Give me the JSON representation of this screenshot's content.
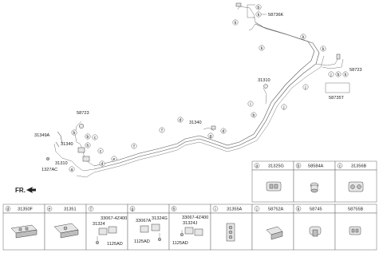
{
  "fr_label": "FR.",
  "labels": {
    "p58736K": "58736K",
    "p58723_top": "58723",
    "p58735T": "58735T",
    "p31310_right": "31310",
    "p31340_mid": "31340",
    "p58723_left": "58723",
    "p31349A": "31349A",
    "p31340_left": "31340",
    "p31310_left": "31310",
    "p1327AC": "1327AC"
  },
  "callouts": [
    "a",
    "b",
    "c",
    "d",
    "e",
    "f",
    "g",
    "h",
    "i",
    "j",
    "k"
  ],
  "table": {
    "row1": [
      {
        "letter": "a",
        "part": "31325G"
      },
      {
        "letter": "b",
        "part": "58584A"
      },
      {
        "letter": "c",
        "part": "31356B"
      }
    ],
    "row2": [
      {
        "letter": "d",
        "part": "31350F"
      },
      {
        "letter": "e",
        "part": "31351"
      },
      {
        "letter": "f",
        "part": "",
        "sub": [
          "33067-4Z400",
          "31324",
          "1125AD"
        ]
      },
      {
        "letter": "g",
        "part": "",
        "sub": [
          "33067A",
          "31324G",
          "1125AD"
        ]
      },
      {
        "letter": "h",
        "part": "",
        "sub": [
          "33067-4Z400",
          "31324J",
          "1125AD"
        ]
      },
      {
        "letter": "i",
        "part": "31355A"
      },
      {
        "letter": "j",
        "part": "58752A"
      },
      {
        "letter": "k",
        "part": "58745"
      },
      {
        "letter": "",
        "part": "58755B"
      }
    ]
  }
}
